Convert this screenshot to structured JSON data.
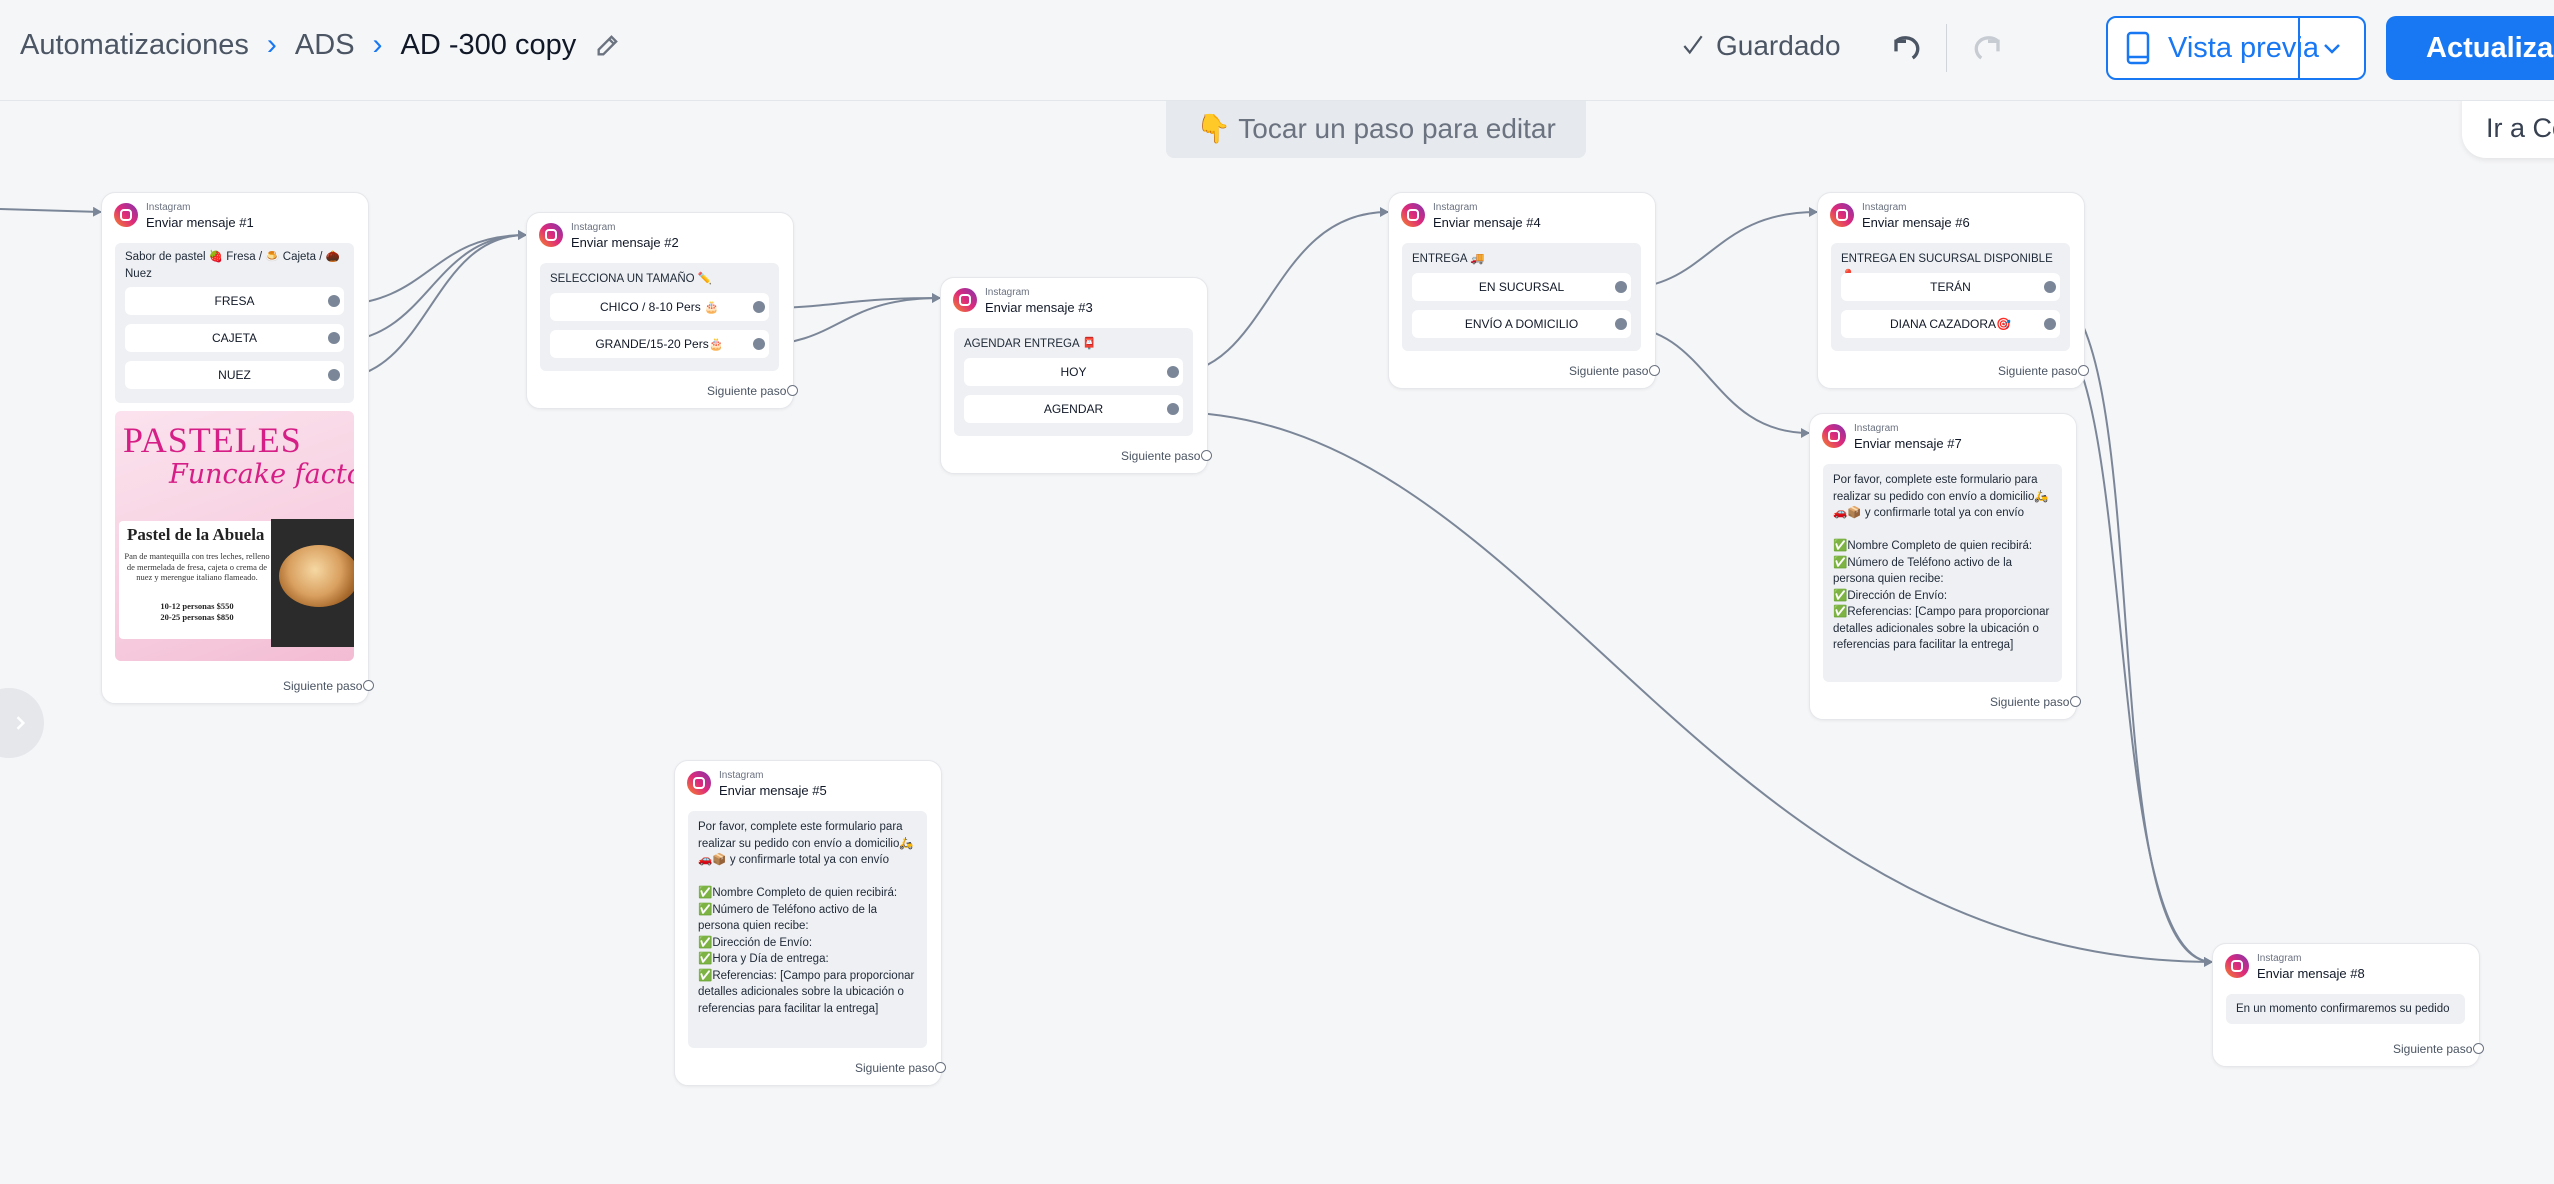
{
  "breadcrumb": {
    "root": "Automatizaciones",
    "section": "ADS",
    "current": "AD -300 copy"
  },
  "header": {
    "saved": "Guardado",
    "preview": "Vista previa",
    "update": "Actualizar",
    "accent_color": "#1877f2"
  },
  "canvas": {
    "hint": "👇 Tocar un paso para editar",
    "goto": "Ir a Co"
  },
  "steps": {
    "m1": {
      "channel": "Instagram",
      "title": "Enviar mensaje #1",
      "text": "Sabor de pastel 🍓 Fresa / 🍮 Cajeta / 🌰 Nuez",
      "options": [
        "FRESA",
        "CAJETA",
        "NUEZ"
      ],
      "image": {
        "brand_line1": "PASTELES",
        "brand_line2": "Funcake factory",
        "product": "Pastel de la Abuela",
        "description": "Pan de mantequilla con tres leches, relleno de mermelada de fresa, cajeta o crema de nuez y merengue italiano flameado.",
        "price1": "10-12 personas $550",
        "price2": "20-25 personas $850"
      },
      "next": "Siguiente paso"
    },
    "m2": {
      "channel": "Instagram",
      "title": "Enviar mensaje #2",
      "text": "SELECCIONA UN TAMAÑO ✏️",
      "options": [
        "CHICO / 8-10 Pers 🎂",
        "GRANDE/15-20 Pers🎂"
      ],
      "next": "Siguiente paso"
    },
    "m3": {
      "channel": "Instagram",
      "title": "Enviar mensaje #3",
      "text": "AGENDAR ENTREGA 📮",
      "options": [
        "HOY",
        "AGENDAR"
      ],
      "next": "Siguiente paso"
    },
    "m4": {
      "channel": "Instagram",
      "title": "Enviar mensaje #4",
      "text": "ENTREGA 🚚",
      "options": [
        "EN SUCURSAL",
        "ENVÍO A DOMICILIO"
      ],
      "next": "Siguiente paso"
    },
    "m5": {
      "channel": "Instagram",
      "title": "Enviar mensaje #5",
      "text": "Por favor, complete este formulario para realizar su pedido con envío a domicilio🛵🚗📦 y confirmarle total ya con envío\n\n✅Nombre Completo de quien recibirá:\n✅Número de Teléfono activo de la persona quien recibe:\n✅Dirección de Envío:\n✅Hora y Día de entrega:\n✅Referencias: [Campo para proporcionar detalles adicionales sobre la ubicación o referencias para facilitar la entrega]",
      "next": "Siguiente paso"
    },
    "m6": {
      "channel": "Instagram",
      "title": "Enviar mensaje #6",
      "text": "ENTREGA EN SUCURSAL DISPONIBLE 📍",
      "options": [
        "TERÁN",
        "DIANA CAZADORA🎯"
      ],
      "next": "Siguiente paso"
    },
    "m7": {
      "channel": "Instagram",
      "title": "Enviar mensaje #7",
      "text": "Por favor, complete este formulario para realizar su pedido con envío a domicilio🛵🚗📦 y confirmarle total ya con envío\n\n✅Nombre Completo de quien recibirá:\n✅Número de Teléfono activo de la persona quien recibe:\n✅Dirección de Envío:\n✅Referencias: [Campo para proporcionar detalles adicionales sobre la ubicación o referencias para facilitar la entrega]",
      "next": "Siguiente paso"
    },
    "m8": {
      "channel": "Instagram",
      "title": "Enviar mensaje #8",
      "text": "En un momento confirmaremos su pedido",
      "next": "Siguiente paso"
    }
  }
}
